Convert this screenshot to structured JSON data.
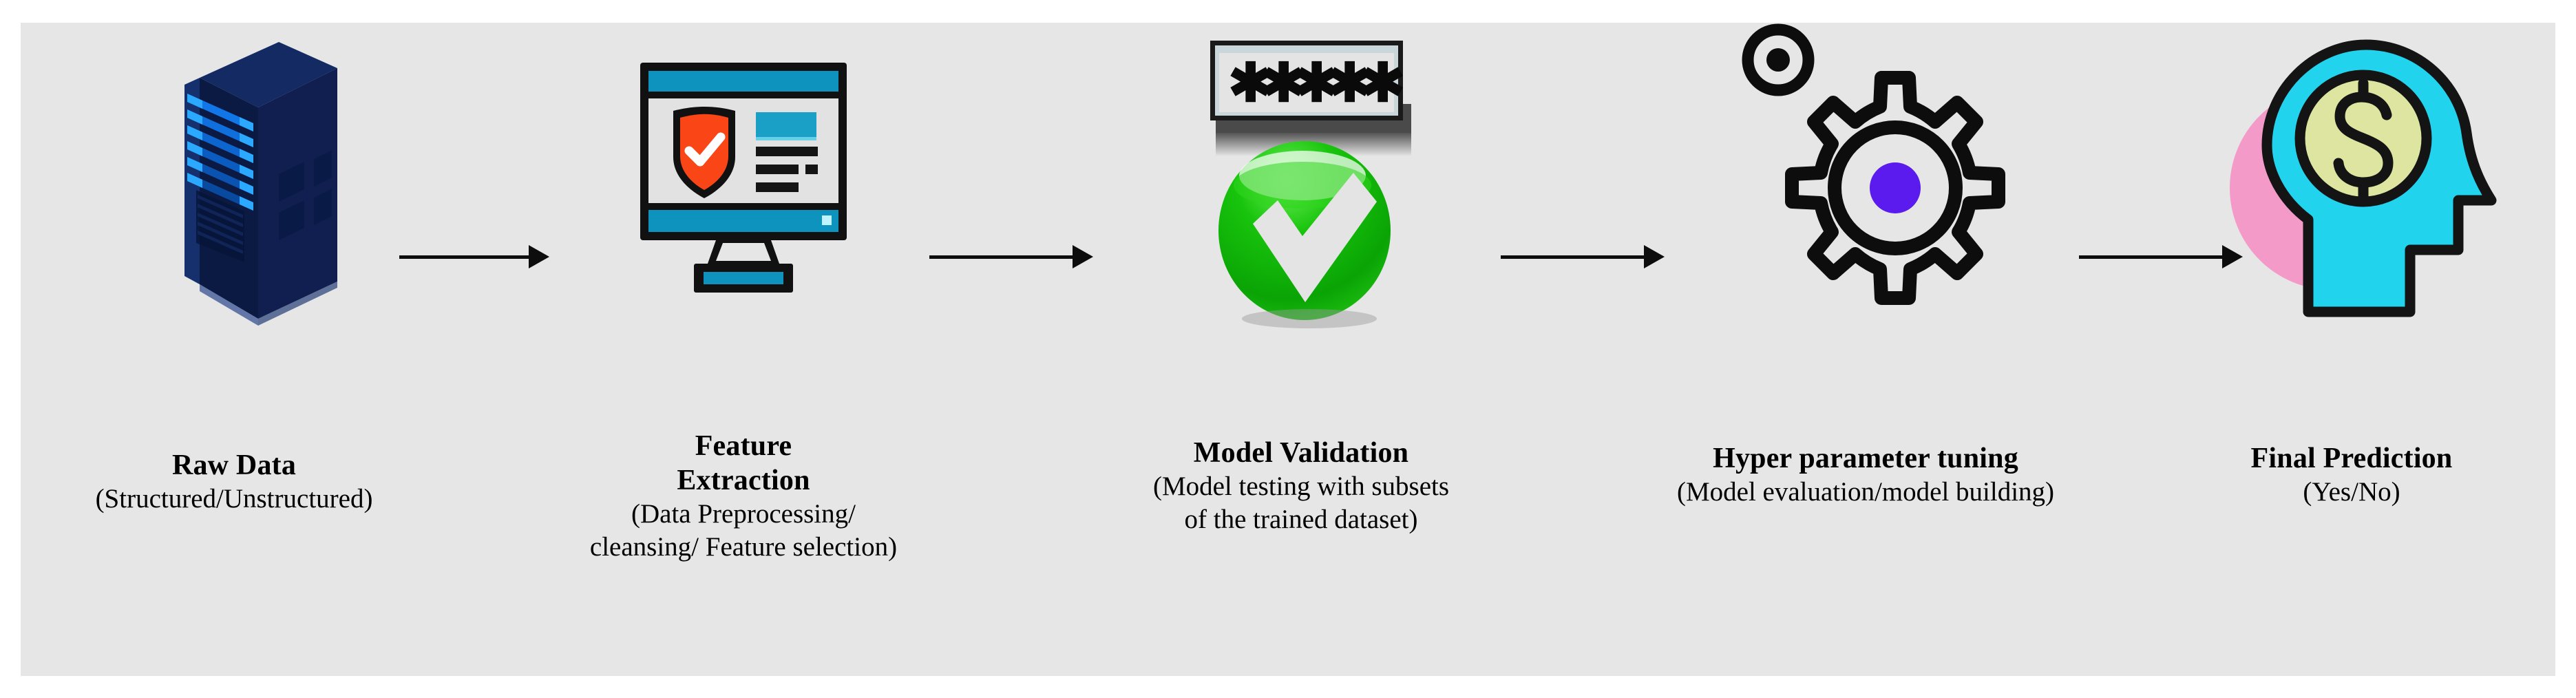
{
  "figure": {
    "type": "process-flow-diagram",
    "background_color": "#e6e6e6",
    "page_color": "#ffffff",
    "arrow_color": "#0d0d0d",
    "text_color": "#000000",
    "arrow_count": 4
  },
  "stages": [
    {
      "id": "raw-data",
      "icon": "server-icon",
      "title": "Raw Data",
      "subtitle_lines": [
        "(Structured/Unstructured)"
      ],
      "colors": {
        "body": "#0d1f4c",
        "side": "#13275c",
        "top": "#132a63",
        "lights": "#0d6bff",
        "lights_bright": "#1f9bff"
      }
    },
    {
      "id": "feature-extraction",
      "icon": "monitor-shield-icon",
      "title_lines": [
        "Feature",
        "Extraction"
      ],
      "subtitle_lines": [
        "(Data Preprocessing/",
        "cleansing/ Feature selection)"
      ],
      "colors": {
        "frame": "#111111",
        "bar": "#0d93bd",
        "screen": "#e2e2e2",
        "shield": "#fa4616",
        "check": "#ffffff",
        "block": "#1aa0c6"
      }
    },
    {
      "id": "model-validation",
      "icon": "password-check-icon",
      "title": "Model Validation",
      "subtitle_lines": [
        "(Model testing with subsets",
        "of the trained dataset)"
      ],
      "password_mask": "✱✱✱✱✱",
      "password_char_count": 5,
      "colors": {
        "frame": "#1a1a1a",
        "field": "#e4e4e4",
        "shadow": "#444444",
        "check_circle": "#1faf12",
        "check_mark": "#e4e4e4"
      }
    },
    {
      "id": "hyper-parameter-tuning",
      "icon": "gear-icon",
      "title": "Hyper parameter tuning",
      "subtitle_lines": [
        "(Model evaluation/model building)"
      ],
      "colors": {
        "outline": "#0d0d0d",
        "center_dot": "#5b1aee",
        "fill": "#e6e6e6"
      }
    },
    {
      "id": "final-prediction",
      "icon": "head-dollar-icon",
      "title": "Final Prediction",
      "subtitle_lines": [
        "(Yes/No)"
      ],
      "colors": {
        "head": "#22d3ee",
        "halo": "#f49ac8",
        "coin": "#dde5a0",
        "outline": "#141414"
      }
    }
  ]
}
